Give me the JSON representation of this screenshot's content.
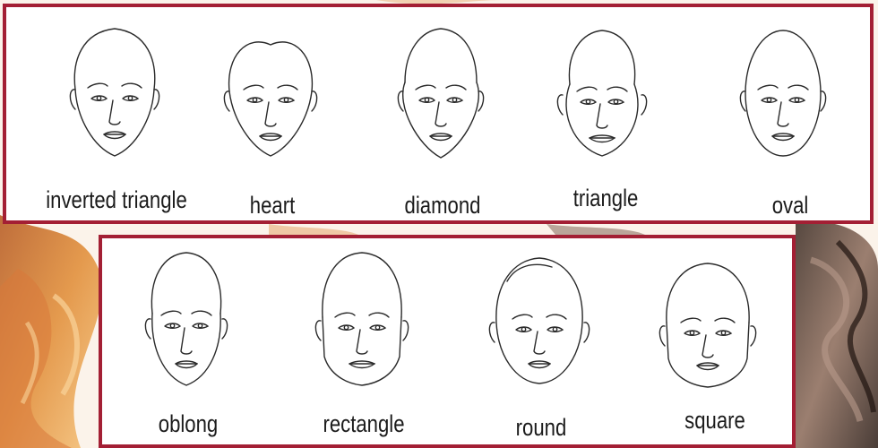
{
  "colors": {
    "frame_border": "#a31f34",
    "label_text": "#1b1b1b",
    "sketch_line": "#2a2a2a"
  },
  "rows": [
    {
      "faces": [
        {
          "label": "inverted triangle",
          "icon": "face-sketch-icon"
        },
        {
          "label": "heart",
          "icon": "face-sketch-icon"
        },
        {
          "label": "diamond",
          "icon": "face-sketch-icon"
        },
        {
          "label": "triangle",
          "icon": "face-sketch-icon"
        },
        {
          "label": "oval",
          "icon": "face-sketch-icon"
        }
      ]
    },
    {
      "faces": [
        {
          "label": "oblong",
          "icon": "face-sketch-icon"
        },
        {
          "label": "rectangle",
          "icon": "face-sketch-icon"
        },
        {
          "label": "round",
          "icon": "face-sketch-icon"
        },
        {
          "label": "square",
          "icon": "face-sketch-icon"
        }
      ]
    }
  ]
}
